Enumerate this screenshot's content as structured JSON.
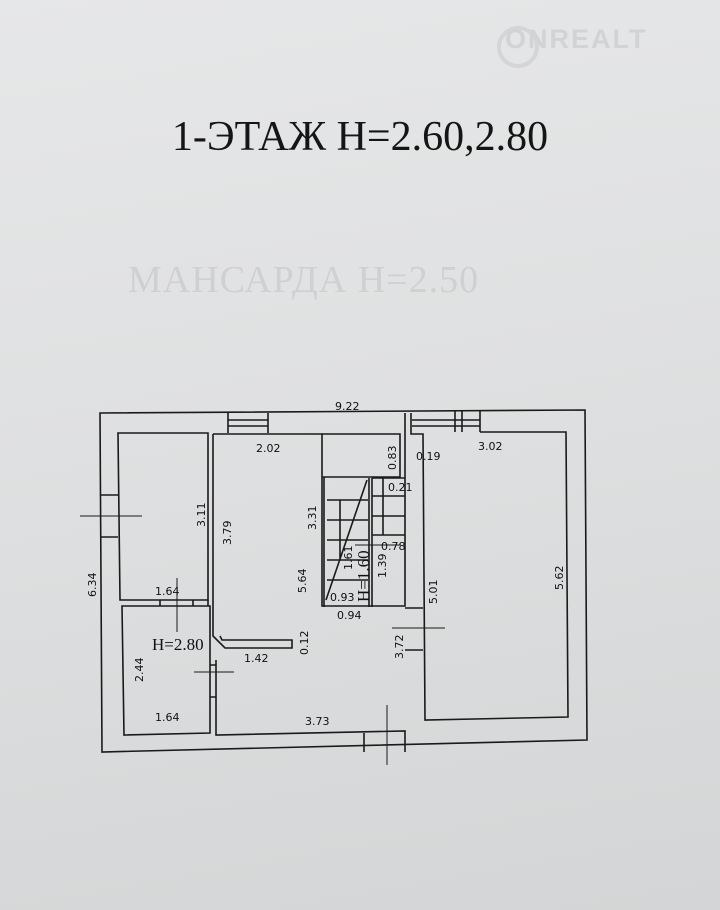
{
  "title": "1-ЭТАЖ  H=2.60,2.80",
  "ghost_title": "МАНСАРДА  H=2.50",
  "watermark": "ONREALT",
  "plan": {
    "overall_width": "9.22",
    "overall_depth": "6.34",
    "room_top_left": {
      "height": "3.11"
    },
    "room_small": {
      "ceiling": "H=2.80",
      "width_top": "1.64",
      "width_bottom": "1.64",
      "depth": "2.44"
    },
    "hall": {
      "width_top": "2.02",
      "depth_upper": "3.79",
      "depth_total": "5.64",
      "partition_length": "1.42",
      "partition_thickness": "0.12",
      "width_bottom": "3.73",
      "stair_side": "3.31"
    },
    "stairs": {
      "ceiling": "H=1.60",
      "top_depth": "0.83",
      "step": "0.21",
      "landing": "0.78",
      "flight": "1.39",
      "inner": "1.61",
      "width_inner": "0.93",
      "width_outer": "0.94",
      "right_wall": "3.72"
    },
    "room_right": {
      "offset": "0.19",
      "window_width": "3.02",
      "depth_left": "5.01",
      "depth_right": "5.62"
    }
  }
}
